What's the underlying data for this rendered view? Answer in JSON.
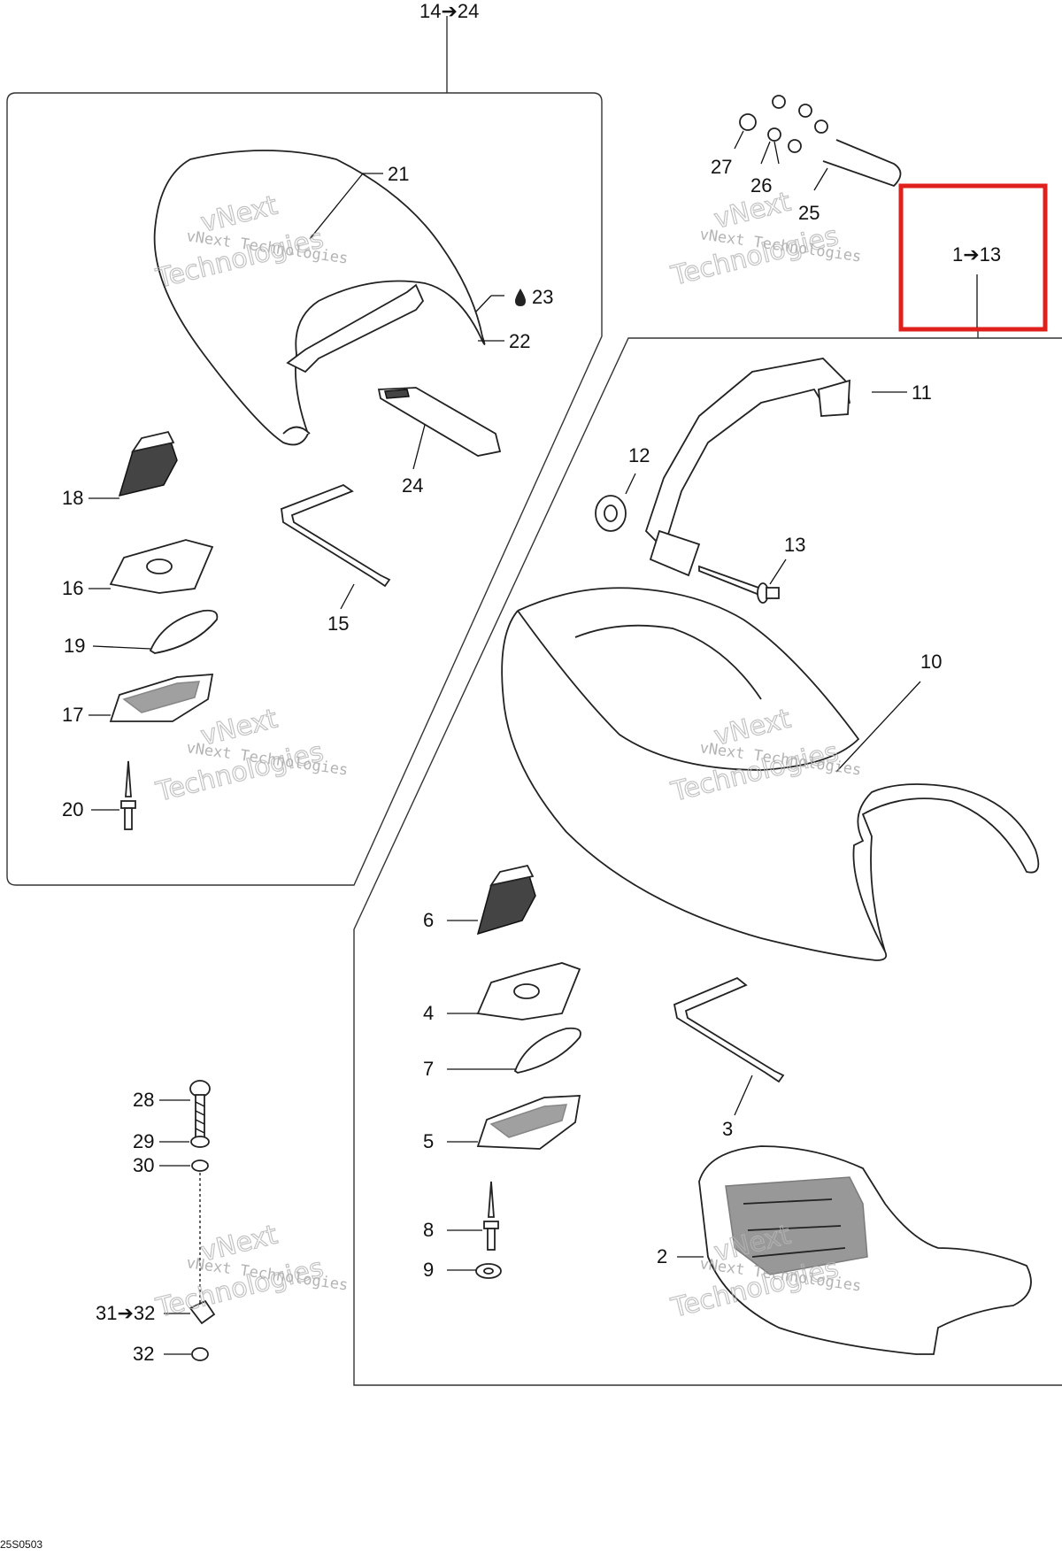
{
  "diagram_code": "25S0503",
  "group_labels": {
    "rear_group": "14➔24",
    "front_group": "1➔13"
  },
  "callouts": {
    "c2": "2",
    "c3": "3",
    "c4": "4",
    "c5": "5",
    "c6": "6",
    "c7": "7",
    "c8": "8",
    "c9": "9",
    "c10": "10",
    "c11": "11",
    "c12": "12",
    "c13": "13",
    "c15": "15",
    "c16": "16",
    "c17": "17",
    "c18": "18",
    "c19": "19",
    "c20": "20",
    "c21": "21",
    "c22": "22",
    "c23": "23",
    "c24": "24",
    "c25": "25",
    "c26": "26",
    "c27": "27",
    "c28": "28",
    "c29": "29",
    "c30": "30",
    "c31": "31➔32",
    "c32": "32"
  },
  "watermark": {
    "line1": "vNext Technologies",
    "line2": "vNext",
    "line3": "Technologies"
  },
  "colors": {
    "highlight_box": "#e0201c",
    "ink": "#111111",
    "watermark": "#9a9a9a"
  },
  "icons": {
    "oil_drop": "drop-icon"
  }
}
